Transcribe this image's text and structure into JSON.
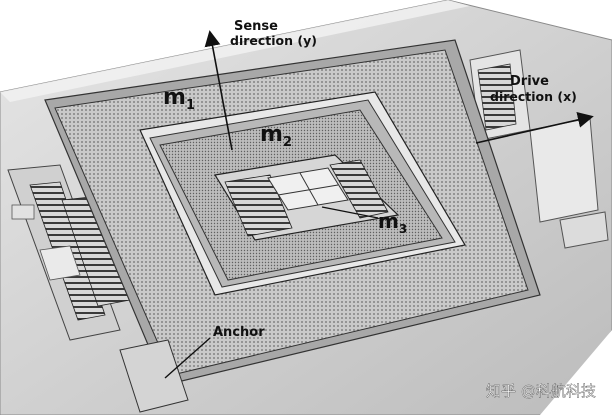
{
  "labels": {
    "sense_line1": "Sense",
    "sense_line2": "direction (y)",
    "drive_line1": "Drive",
    "drive_line2": "direction (x)",
    "m1_base": "m",
    "m1_sub": "1",
    "m2_base": "m",
    "m2_sub": "2",
    "m3_base": "m",
    "m3_sub": "3",
    "anchor": "Anchor"
  },
  "watermark": {
    "logo": "知乎",
    "handle": "@科航科技"
  }
}
